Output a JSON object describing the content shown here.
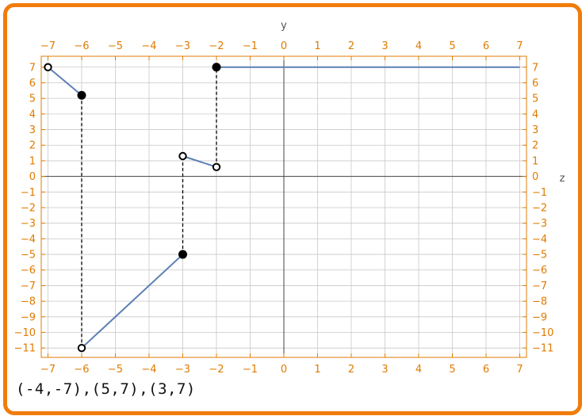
{
  "chart_data": {
    "type": "line",
    "xlabel": "y",
    "ylabel": "z",
    "xlim": [
      -7.2,
      7.2
    ],
    "ylim": [
      -11.6,
      7.7
    ],
    "xticks": [
      -7,
      -6,
      -5,
      -4,
      -3,
      -2,
      -1,
      0,
      1,
      2,
      3,
      4,
      5,
      6,
      7
    ],
    "yticks": [
      7,
      6,
      5,
      4,
      3,
      2,
      1,
      0,
      -1,
      -2,
      -3,
      -4,
      -5,
      -6,
      -7,
      -8,
      -9,
      -10,
      -11
    ],
    "xtick_labels": [
      "−7",
      "−6",
      "−5",
      "−4",
      "−3",
      "−2",
      "−1",
      "0",
      "1",
      "2",
      "3",
      "4",
      "5",
      "6",
      "7"
    ],
    "ytick_labels": [
      "7",
      "6",
      "5",
      "4",
      "3",
      "2",
      "1",
      "0",
      "−1",
      "−2",
      "−3",
      "−4",
      "−5",
      "−6",
      "−7",
      "−8",
      "−9",
      "−10",
      "−11"
    ],
    "grid": true,
    "segments": [
      {
        "x": [
          -7,
          -6
        ],
        "y": [
          7,
          5.2
        ]
      },
      {
        "x": [
          -6,
          -3
        ],
        "y": [
          -11,
          -5
        ]
      },
      {
        "x": [
          -3,
          -2
        ],
        "y": [
          1.3,
          0.6
        ]
      },
      {
        "x": [
          -2,
          7
        ],
        "y": [
          7,
          7
        ]
      }
    ],
    "jumps": [
      {
        "x": -6,
        "y": [
          5.2,
          -11
        ]
      },
      {
        "x": -3,
        "y": [
          -5,
          1.3
        ]
      },
      {
        "x": -2,
        "y": [
          0.6,
          7
        ]
      }
    ],
    "closed_points": [
      {
        "x": -6,
        "y": 5.2
      },
      {
        "x": -3,
        "y": -5
      },
      {
        "x": -2,
        "y": 7
      }
    ],
    "open_points": [
      {
        "x": -7,
        "y": 7
      },
      {
        "x": -6,
        "y": -11
      },
      {
        "x": -3,
        "y": 1.3
      },
      {
        "x": -2,
        "y": 0.6
      }
    ],
    "colors": {
      "frame": "#f07c0c",
      "ticks": "#e07b00",
      "line": "#5b7fb4",
      "grid": "#c8c8c8"
    }
  },
  "caption": "(-4,-7),(5,7),(3,7)"
}
